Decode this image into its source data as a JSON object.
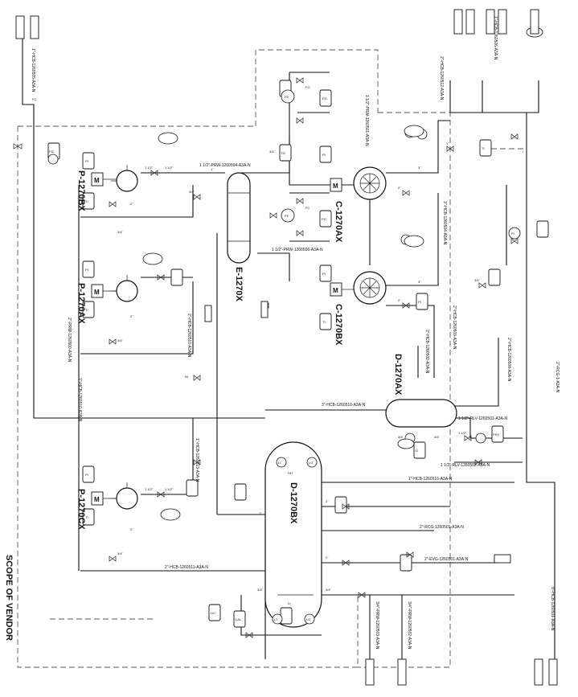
{
  "drawing": {
    "scope_label": "SCOPE OF VENDOR",
    "equipment": {
      "pump_b": "P-1270BX",
      "pump_a": "P-1270AX",
      "pump_c": "P-1270CX",
      "exchanger": "E-1270X",
      "compressor_a": "C-1270AX",
      "compressor_b": "C-1270BX",
      "drum_a": "D-1270AX",
      "drum_b": "D-1270BX"
    },
    "motor_letter": "M",
    "lines": {
      "l1": "1\"-HCB-1260505-A3A-N",
      "l2": "1 1/2\"-PRW-1260504-A3A-N",
      "l3": "1 1/2\"-PRW-1260506-A3A-N",
      "l4": "2\"-PRW-1260500-A3A-N",
      "l5": "2\"-HCB-1260510-A3A-N",
      "l6": "3\"-HCB-1260510-A3A-N",
      "l7": "2\"-HCB-1260511-A3A-N",
      "l8": "1\"-HCB-1260516-A3A-N",
      "l9": "2\"-RCG-1260501-A3A-N",
      "l10": "2\"-EVG-1260501-A3A-N",
      "l11": "1 1/2\"-RLV-1260501-A3A-N",
      "l12": "1 1/2\"-RLV-1260502-A3A-N",
      "l13": "1\"-HCB-1260510-A3A-N",
      "l14": "2\"-HCB-1260512-A3A-N",
      "l15": "2\"-HCB-1260508-A3A-N",
      "l16": "2\"-RCG-1-A3A-N",
      "l17": "8\"-HCB-1260501-A3A-N",
      "l18": "2\"-HCB-1260509-A3A-N",
      "l19": "3/4\"-PRW-1260503-A3A-N",
      "l20": "3/4\"-PRW-1260502-A3A-N",
      "l21": "1 1/2\"-PRW-1260501-A3A-N",
      "l22": "3\"-HCB-1260504-A3A-N",
      "l23": "2\"-HCB-1260502-A3A-N",
      "l24": "1\"-HCB-1260506-A3A-N",
      "l25": "1\"-HCB-1260513-A3A-N"
    },
    "tags": {
      "ti": "TI",
      "pi": "PI",
      "li": "LI",
      "lg": "LG",
      "fe": "FE",
      "fic": "FIC",
      "tic": "TIC",
      "pic": "PIC",
      "lt": "LT",
      "lic": "LIC",
      "lal": "LAL",
      "psv": "PSV"
    },
    "sizes": {
      "s34": "3/4\"",
      "s1": "1\"",
      "s112": "1 1/2\"",
      "s2": "2\"",
      "s3": "3\""
    },
    "codes": {
      "fc": "FC",
      "fo": "FO",
      "ll": "LL",
      "hh": "HH",
      "ni": "NI",
      "i": "I"
    }
  }
}
